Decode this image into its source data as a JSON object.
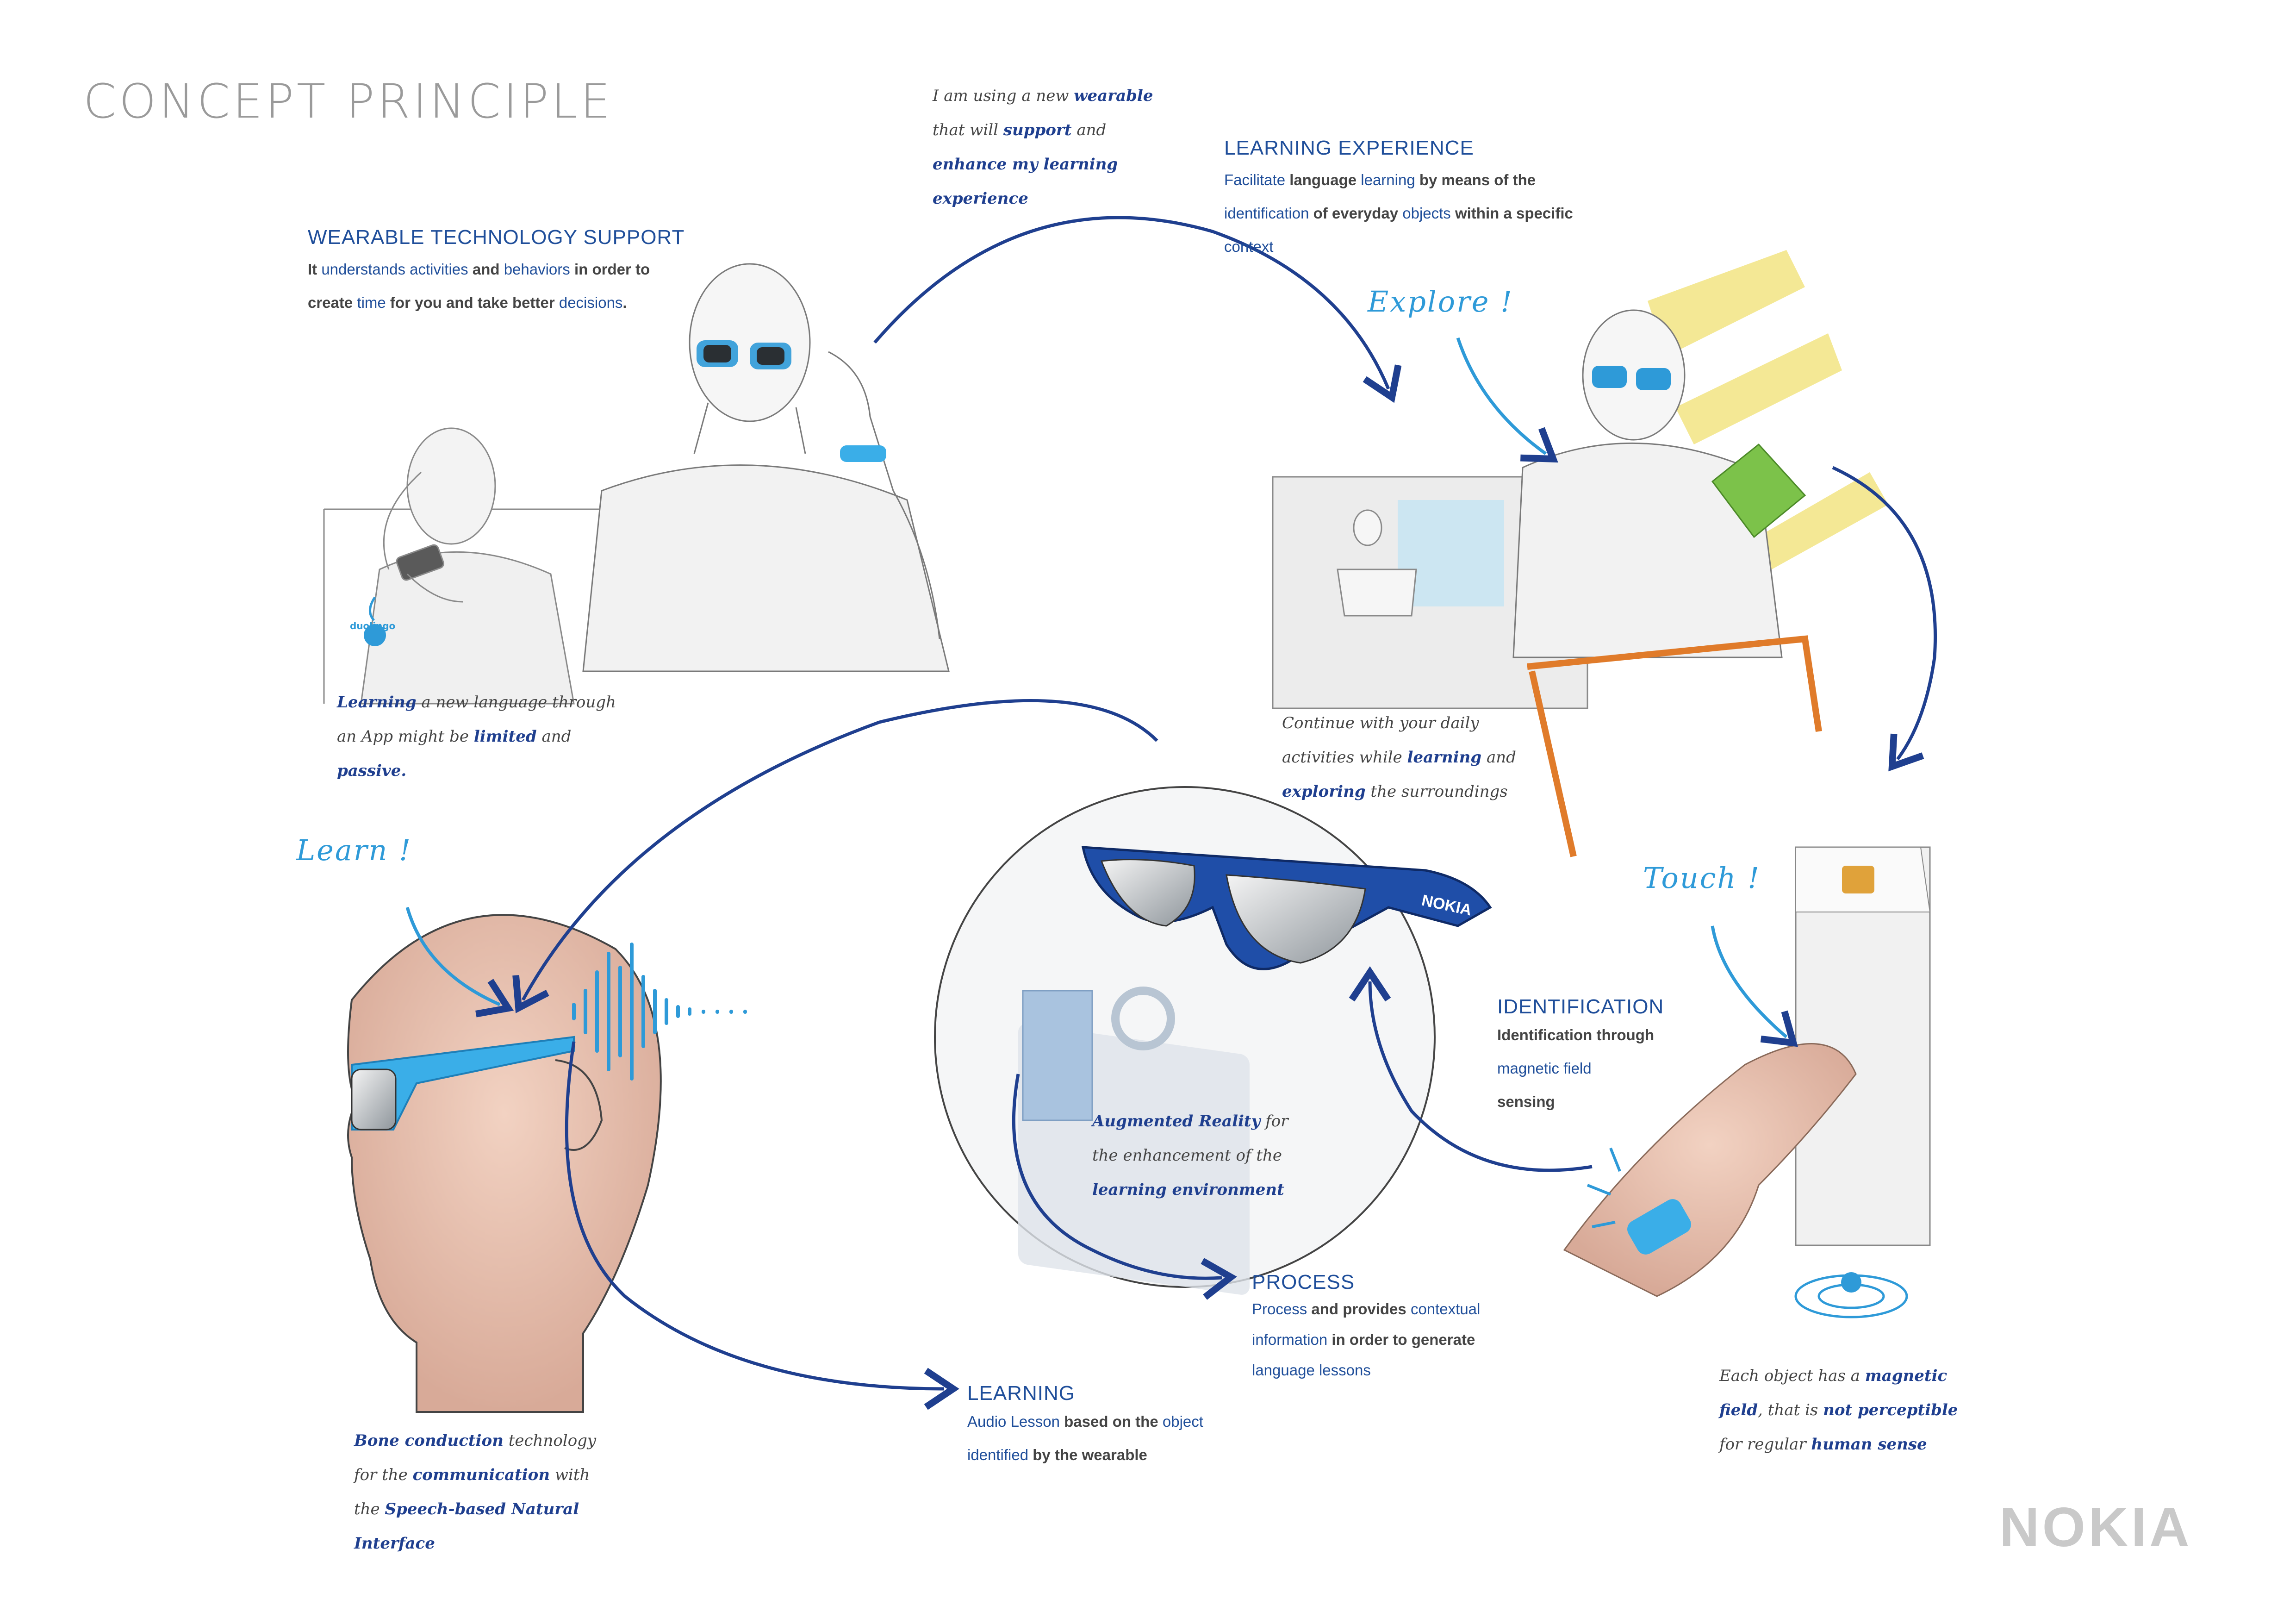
{
  "title": "CONCEPT PRINCIPLE",
  "quote": {
    "l1a": "I am using a new ",
    "l1b": "wearable",
    "l2a": "that will ",
    "l2b": "support",
    "l2c": " and",
    "l3": "enhance my learning",
    "l4": "experience"
  },
  "wearable": {
    "heading": "WEARABLE TECHNOLOGY SUPPORT",
    "l1a": "It ",
    "l1b": "understands activities",
    "l1c": " and ",
    "l1d": "behaviors",
    "l1e": " in order to",
    "l2a": "create ",
    "l2b": "time",
    "l2c": " for you and take better ",
    "l2d": "decisions",
    "l2e": "."
  },
  "learning_experience": {
    "heading": "LEARNING EXPERIENCE",
    "l1a": "Facilitate",
    "l1b": " language ",
    "l1c": "learning",
    "l1d": " by means of the",
    "l2a": "identification",
    "l2b": " of everyday ",
    "l2c": "objects",
    "l2d": " within a specific",
    "l3": "context"
  },
  "app_note": {
    "l1a": "Learning",
    "l1b": " a new language through",
    "l2a": "an App might be ",
    "l2b": "limited",
    "l2c": " and",
    "l3": "passive."
  },
  "explore_note": {
    "l1": "Continue with  your daily",
    "l2a": "activities while ",
    "l2b": "learning",
    "l2c": " and",
    "l3a": "exploring",
    "l3b": " the surroundings"
  },
  "shouts": {
    "explore": "Explore !",
    "learn": "Learn !",
    "touch": "Touch !"
  },
  "ar_note": {
    "l1a": "Augmented Reality",
    "l1b": " for",
    "l2": "the enhancement of the",
    "l3": "learning environment"
  },
  "identification": {
    "heading": "IDENTIFICATION",
    "l1": "Identification through",
    "l2": "magnetic field",
    "l3": "sensing"
  },
  "process": {
    "heading": "PROCESS",
    "l1a": "Process",
    "l1b": " and provides ",
    "l1c": "contextual",
    "l2a": "information",
    "l2b": " in order to generate",
    "l3": "language lessons"
  },
  "learning": {
    "heading": "LEARNING",
    "l1a": "Audio Lesson",
    "l1b": " based on the ",
    "l1c": "object",
    "l2a": "identified",
    "l2b": " by the wearable"
  },
  "bone_note": {
    "l1a": "Bone conduction",
    "l1b": " technology",
    "l2a": "for the ",
    "l2b": "communication",
    "l2c": " with",
    "l3a": "the ",
    "l3b": "Speech-based Natural",
    "l4": "Interface"
  },
  "magnet_note": {
    "l1a": "Each object has a ",
    "l1b": "magnetic",
    "l2a": "field",
    "l2b": ", that is ",
    "l2c": "not perceptible",
    "l3a": "for regular ",
    "l3b": "human sense"
  },
  "app_logo": "duolingo",
  "glasses_brand": "NOKIA",
  "logo": "NOKIA",
  "colors": {
    "accent": "#1f4e9a",
    "light_blue": "#2e9ad8",
    "text": "#444444"
  }
}
